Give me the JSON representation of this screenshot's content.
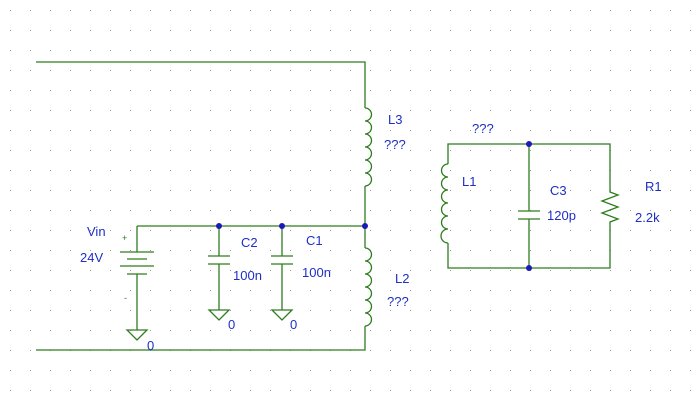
{
  "schematic": {
    "colors": {
      "wire": "#2e7d1f",
      "label": "#1f2fc4",
      "node": "#1a1ab8",
      "grid_dot": "#9a9a9a"
    },
    "source": {
      "name": "Vin",
      "value": "24V",
      "plus": "+",
      "minus": "-"
    },
    "capacitors": [
      {
        "name": "C2",
        "value": "100n"
      },
      {
        "name": "C1",
        "value": "100n"
      },
      {
        "name": "C3",
        "value": "120p"
      }
    ],
    "inductors": [
      {
        "name": "L3",
        "value": "???"
      },
      {
        "name": "L2",
        "value": "???"
      },
      {
        "name": "L1",
        "value": ""
      }
    ],
    "resistor": {
      "name": "R1",
      "value": "2.2k"
    },
    "coupling_label": "???",
    "grounds": [
      "0",
      "0",
      "0"
    ]
  }
}
